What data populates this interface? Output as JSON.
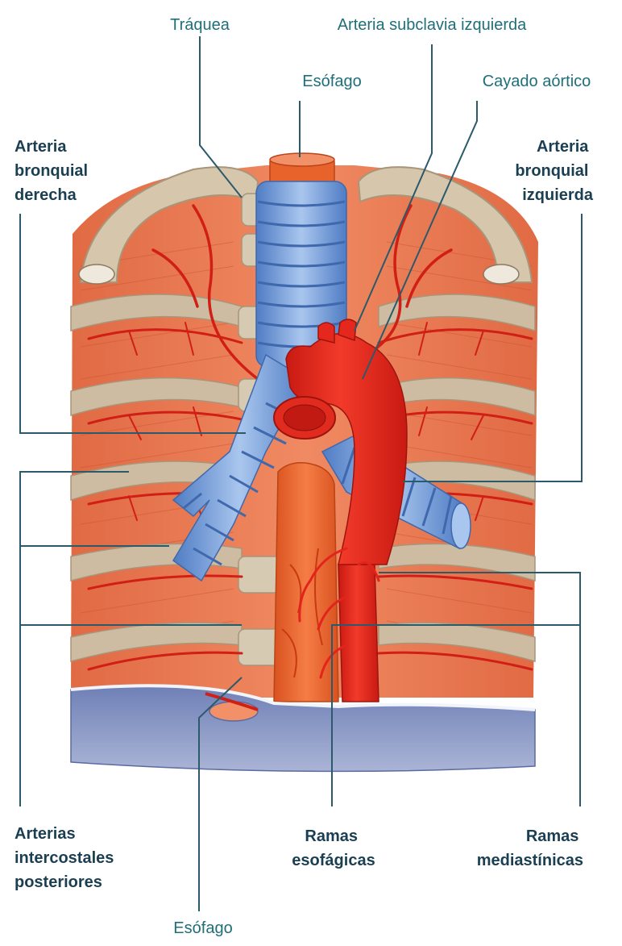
{
  "labels": {
    "traquea": "Tráquea",
    "subclavia": "Arteria subclavia izquierda",
    "esofago_top": "Esófago",
    "cayado": "Cayado aórtico",
    "bronq_der": [
      "Arteria",
      "bronquial",
      "derecha"
    ],
    "bronq_izq": [
      "Arteria",
      "bronquial",
      "izquierda"
    ],
    "intercostales": [
      "Arterias",
      "intercostales",
      "posteriores"
    ],
    "esofagicas": [
      "Ramas",
      "esofágicas"
    ],
    "mediastinicas": [
      "Ramas",
      "mediastínicas"
    ],
    "esofago_bottom": "Esófago"
  },
  "colors": {
    "muscle": "#e9774f",
    "muscle_dark": "#c9512f",
    "rib": "#c9b79c",
    "rib_light": "#ddd0bb",
    "artery": "#e3231c",
    "artery_dark": "#a8160f",
    "trachea": "#7ea6dc",
    "trachea_ring": "#4d77c0",
    "esophagus": "#e85f2a",
    "diaphragm": "#8c9ac4",
    "leader": "#2b5a6a",
    "label_bold": "#1b3f52",
    "label_teal": "#1f6f7a"
  }
}
